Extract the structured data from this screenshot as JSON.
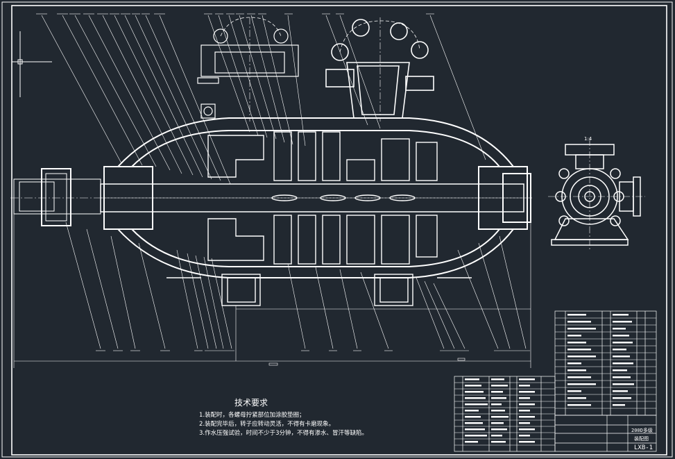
{
  "drawing": {
    "scale_label": "1:4",
    "tech_title": "技术要求",
    "tech_requirements": [
      "1.装配时，各螺母拧紧部位加涂胶垫圈；",
      "2.装配完毕后，转子应转动灵活，不得有卡磨现象。",
      "3.作水压强试验，时间不少于3分钟，不得有渗水、冒汗等缺陷。"
    ],
    "title_block": {
      "name_line1": "200D多级",
      "name_line2": "装配图",
      "drawing_no": "LXB-1"
    }
  },
  "colors": {
    "background": "#212830",
    "line": "#ffffff"
  }
}
